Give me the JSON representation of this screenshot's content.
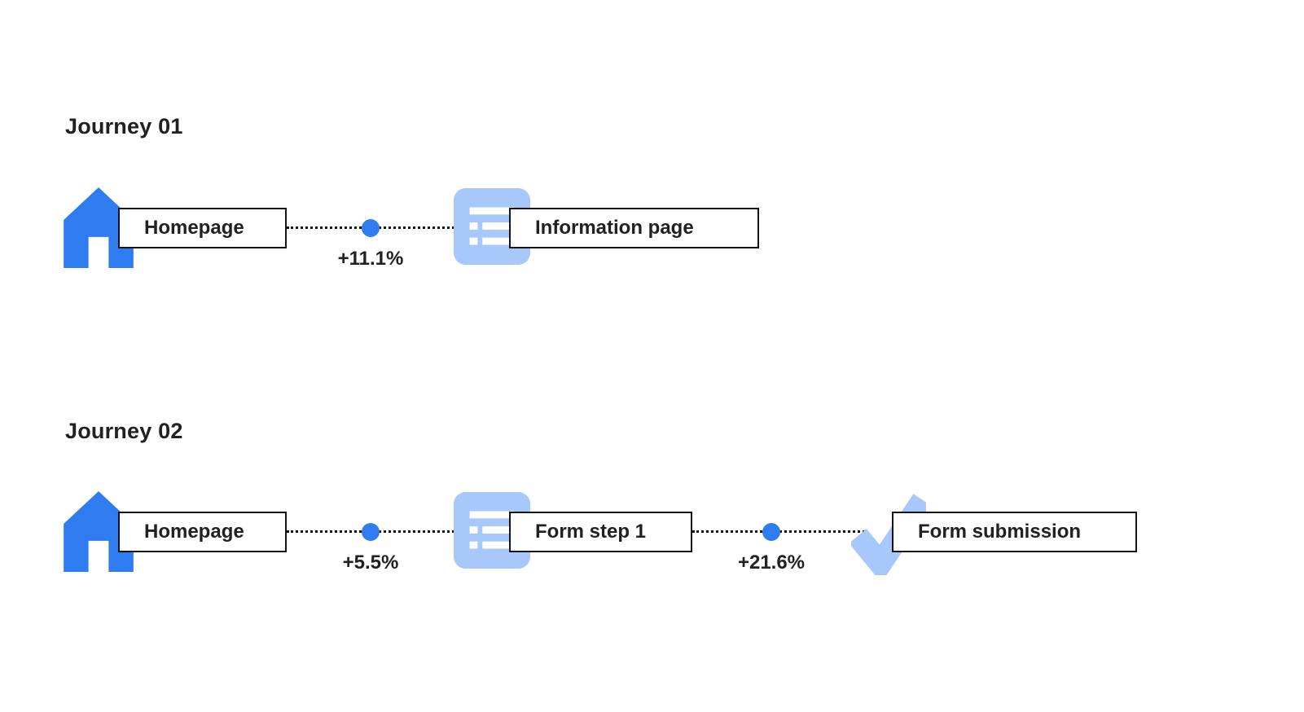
{
  "colors": {
    "primary_blue": "#2e7cf0",
    "light_blue": "#a8c7fa",
    "text_color": "#202124",
    "line_color": "#111111"
  },
  "journeys": [
    {
      "title": "Journey 01",
      "steps": [
        {
          "icon": "home-icon",
          "label": "Homepage"
        },
        {
          "icon": "list-icon",
          "label": "Information page"
        }
      ],
      "transitions": [
        {
          "value": "+11.1%"
        }
      ]
    },
    {
      "title": "Journey 02",
      "steps": [
        {
          "icon": "home-icon",
          "label": "Homepage"
        },
        {
          "icon": "list-icon",
          "label": "Form step 1"
        },
        {
          "icon": "check-icon",
          "label": "Form submission"
        }
      ],
      "transitions": [
        {
          "value": "+5.5%"
        },
        {
          "value": "+21.6%"
        }
      ]
    }
  ]
}
